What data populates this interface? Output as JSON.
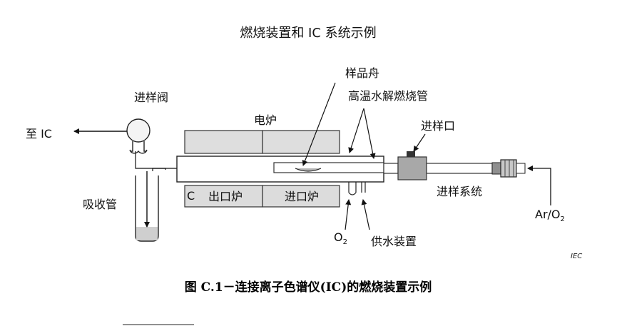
{
  "title": "燃烧装置和 IC 系统示例",
  "labels": {
    "boat": "样品舟",
    "tube": "高温水解燃烧管",
    "valve": "进样阀",
    "to_ic": "至 IC",
    "furnace": "电炉",
    "inlet_port": "进样口",
    "outlet_furnace": "出口炉",
    "inlet_furnace": "进口炉",
    "absorber": "吸收管",
    "sampling_system": "进样系统",
    "o2_base": "O",
    "o2_sub": "2",
    "water_supply": "供水装置",
    "ar_o2_base": "Ar/O",
    "ar_o2_sub": "2",
    "furnace_mark": "C"
  },
  "iec_mark": "IEC",
  "caption": "图 C.1－连接离子色谱仪(IC)的燃烧装置示例"
}
